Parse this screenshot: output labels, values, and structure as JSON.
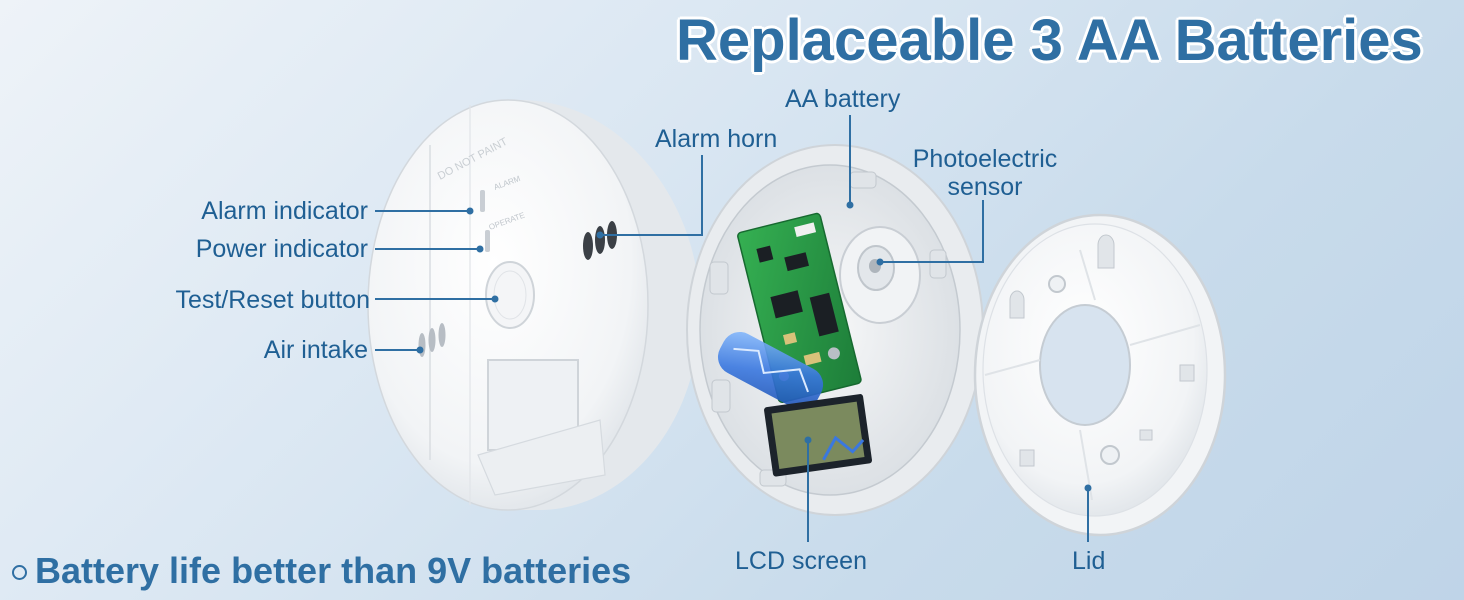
{
  "title": "Replaceable 3 AA Batteries",
  "labels": {
    "alarm_indicator": "Alarm indicator",
    "power_indicator": "Power indicator",
    "test_reset_button": "Test/Reset button",
    "air_intake": "Air intake",
    "aa_battery": "AA battery",
    "alarm_horn": "Alarm horn",
    "photoelectric_sensor_line1": "Photoelectric",
    "photoelectric_sensor_line2": "sensor",
    "lcd_screen": "LCD screen",
    "lid": "Lid"
  },
  "device_text": {
    "do_not_paint": "DO NOT PAINT",
    "alarm": "ALARM",
    "operate": "OPERATE"
  },
  "footer": {
    "text": "Battery life better than 9V batteries"
  },
  "colors": {
    "accent": "#2f6fa3",
    "label": "#1f5f93",
    "pcb": "#2f9e4a",
    "lcd": "#7b8a5e",
    "battery": "#3f7fe0"
  }
}
